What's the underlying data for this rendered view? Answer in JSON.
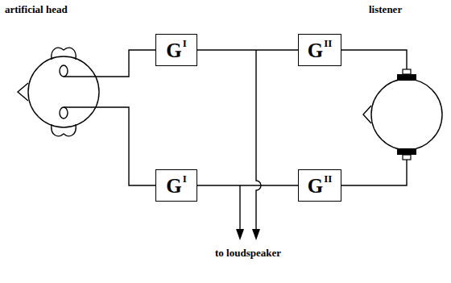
{
  "diagram": {
    "nodes": [
      {
        "text": [
          "artificial head"
        ]
      },
      {
        "text": [
          "G",
          "I"
        ]
      },
      {
        "text": [
          "G",
          "II"
        ]
      },
      {
        "text": [
          "listener"
        ]
      },
      {
        "text": [
          "G",
          "I"
        ]
      },
      {
        "text": [
          "G",
          "II"
        ]
      }
    ],
    "edges": [
      {
        "from": 0,
        "to": 1,
        "arrow": "none"
      },
      {
        "from": 1,
        "to": 2,
        "arrow": "none"
      },
      {
        "from": 2,
        "to": 3,
        "arrow": "none"
      },
      {
        "from": 0,
        "to": 4,
        "arrow": "none"
      },
      {
        "from": 4,
        "to": 5,
        "arrow": "none"
      },
      {
        "from": 5,
        "to": 3,
        "arrow": "none"
      }
    ],
    "labels": [
      "to loudspeaker"
    ]
  }
}
